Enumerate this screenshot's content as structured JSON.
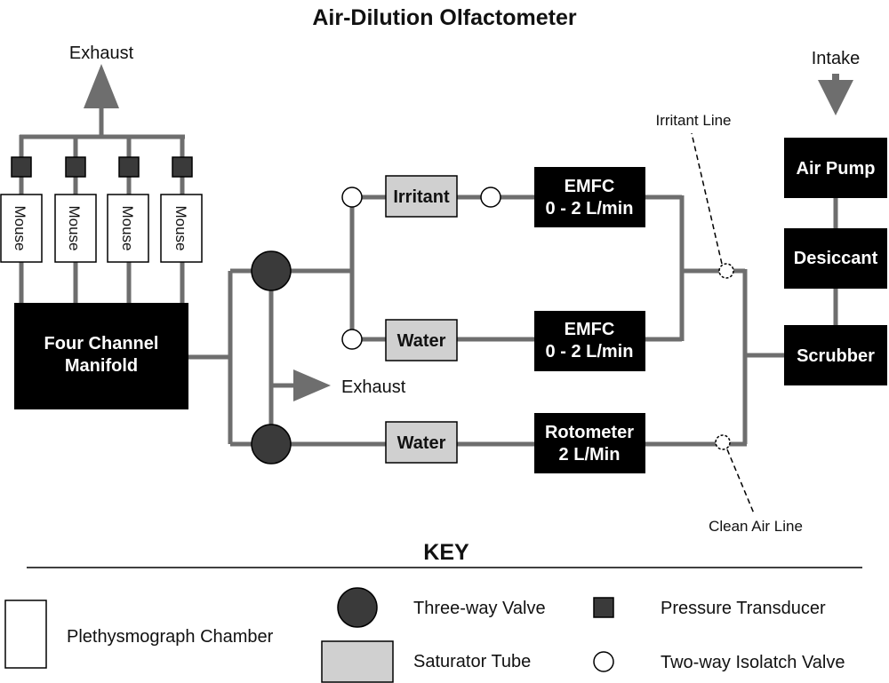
{
  "title": "Air-Dilution Olfactometer",
  "exhaust_top": "Exhaust",
  "exhaust_mid": "Exhaust",
  "intake": "Intake",
  "irritant_line": "Irritant Line",
  "clean_air_line": "Clean Air Line",
  "mice": [
    "Mouse",
    "Mouse",
    "Mouse",
    "Mouse"
  ],
  "manifold": {
    "line1": "Four Channel",
    "line2": "Manifold"
  },
  "irritant_tube": "Irritant",
  "water_tube_1": "Water",
  "water_tube_2": "Water",
  "emfc_1": {
    "line1": "EMFC",
    "line2": "0 - 2 L/min"
  },
  "emfc_2": {
    "line1": "EMFC",
    "line2": "0 - 2 L/min"
  },
  "rotometer": {
    "line1": "Rotometer",
    "line2": "2 L/Min"
  },
  "air_pump": "Air Pump",
  "desiccant": "Desiccant",
  "scrubber": "Scrubber",
  "key": {
    "heading": "KEY",
    "plethysmograph": "Plethysmograph Chamber",
    "three_way_valve": "Three-way Valve",
    "saturator_tube": "Saturator Tube",
    "pressure_transducer": "Pressure Transducer",
    "two_way_valve": "Two-way Isolatch Valve"
  },
  "colors": {
    "pipe": "#6e6e6e",
    "black_box": "#000000",
    "gray_box": "#d0d0d0",
    "valve": "#3a3a3a"
  }
}
